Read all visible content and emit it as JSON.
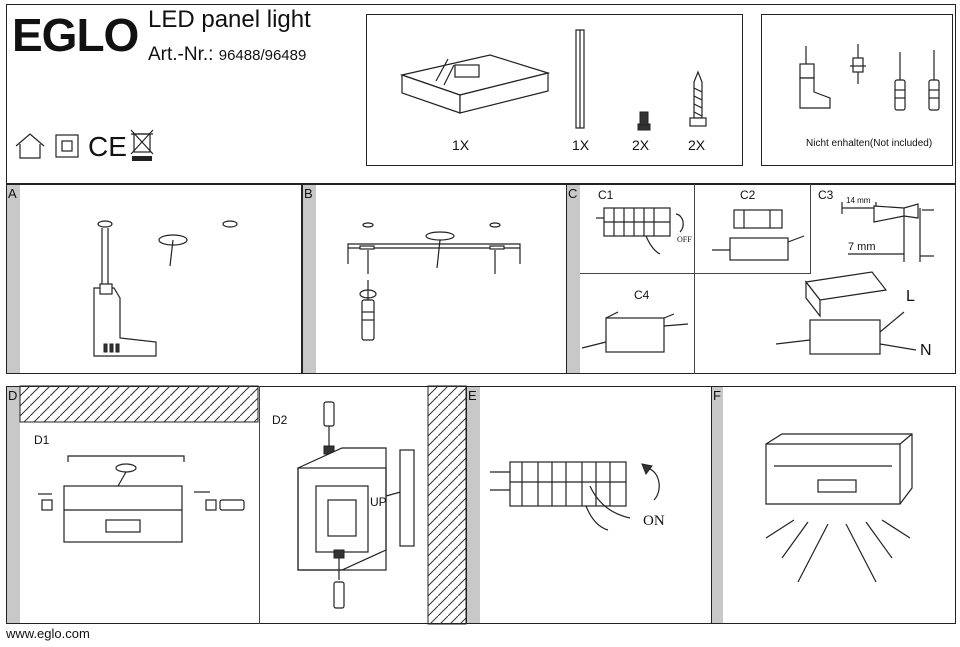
{
  "header": {
    "brand": "EGLO",
    "title": "LED panel light",
    "art_prefix": "Art.-Nr.:",
    "art_numbers": "96488/96489"
  },
  "contents": {
    "items": [
      {
        "qty": "1X",
        "icon": "panel-housing"
      },
      {
        "qty": "1X",
        "icon": "mounting-bar"
      },
      {
        "qty": "2X",
        "icon": "screw"
      },
      {
        "qty": "2X",
        "icon": "wood-screw"
      }
    ]
  },
  "tools": {
    "note": "Nicht enhalten(Not included)"
  },
  "steps": {
    "a": "A",
    "b": "B",
    "c": "C",
    "c1": "C1",
    "c2": "C2",
    "c3": "C3",
    "c4": "C4",
    "c1_off": "OFF",
    "c3_len1": "14 mm",
    "c3_len2": "7 mm",
    "wire_l": "L",
    "wire_n": "N",
    "d": "D",
    "d1": "D1",
    "d2": "D2",
    "d2_up": "UP",
    "e": "E",
    "e_on": "ON",
    "f": "F"
  },
  "footer": {
    "url": "www.eglo.com"
  }
}
